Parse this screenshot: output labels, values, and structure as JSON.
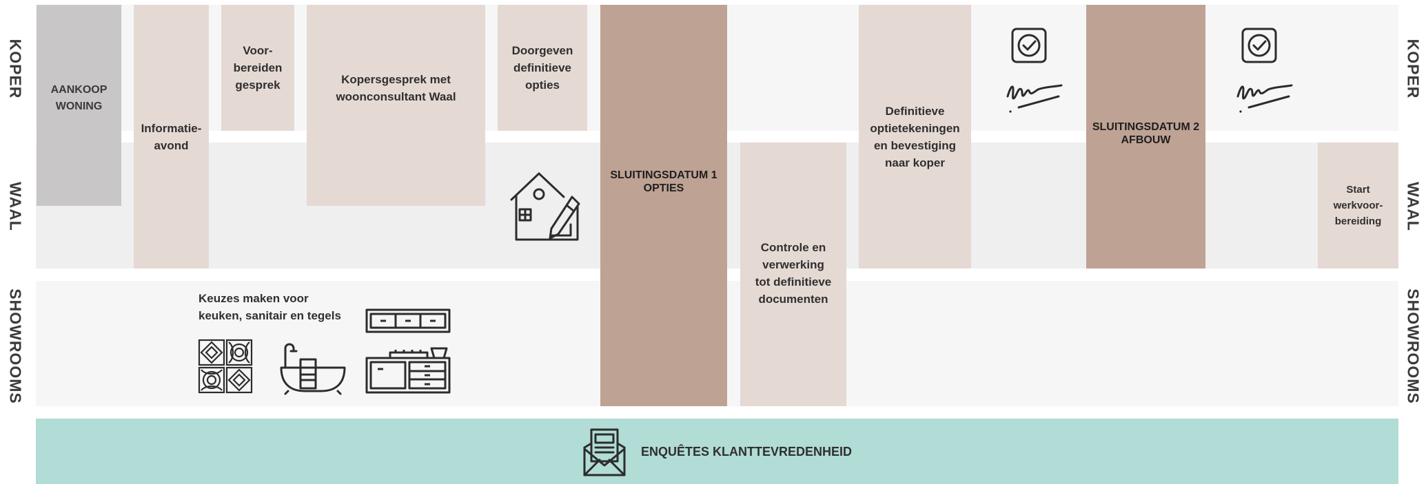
{
  "lanes": {
    "koper": "KOPER",
    "waal": "WAAL",
    "showrooms": "SHOWROOMS"
  },
  "blocks": {
    "aankoop": "AANKOOP\nWONING",
    "informatieavond": "Informatie-\navond",
    "voorbereiden": "Voor-\nbereiden\ngesprek",
    "kopersgesprek": "Kopersgesprek met\nwoonconsultant Waal",
    "doorgeven": "Doorgeven\ndefinitieve\nopties",
    "sluiting1": "SLUITINGSDATUM 1\nOPTIES",
    "controle": "Controle en\nverwerking\ntot definitieve\ndocumenten",
    "definitieve": "Definitieve\noptietekeningen\nen bevestiging\nnaar koper",
    "sluiting2": "SLUITINGSDATUM 2\nAFBOUW",
    "start": "Start\nwerkvoor-\nbereiding"
  },
  "showroom_text": "Keuzes maken voor\nkeuken, sanitair en tegels",
  "survey_text": "ENQUÊTES KLANTTEVREDENHEID",
  "colors": {
    "lane_light": "#f6f6f6",
    "lane_mid": "#efefef",
    "beige": "#e5d9d4",
    "taupe": "#bea294",
    "gray": "#c8c6c7",
    "teal": "#b2dcd6",
    "icon": "#2c2c2c"
  },
  "icons": [
    "house-design-icon",
    "checkbox-icon",
    "signature-icon",
    "tiles-icon",
    "bathtub-icon",
    "kitchen-icon",
    "envelope-letter-icon"
  ]
}
